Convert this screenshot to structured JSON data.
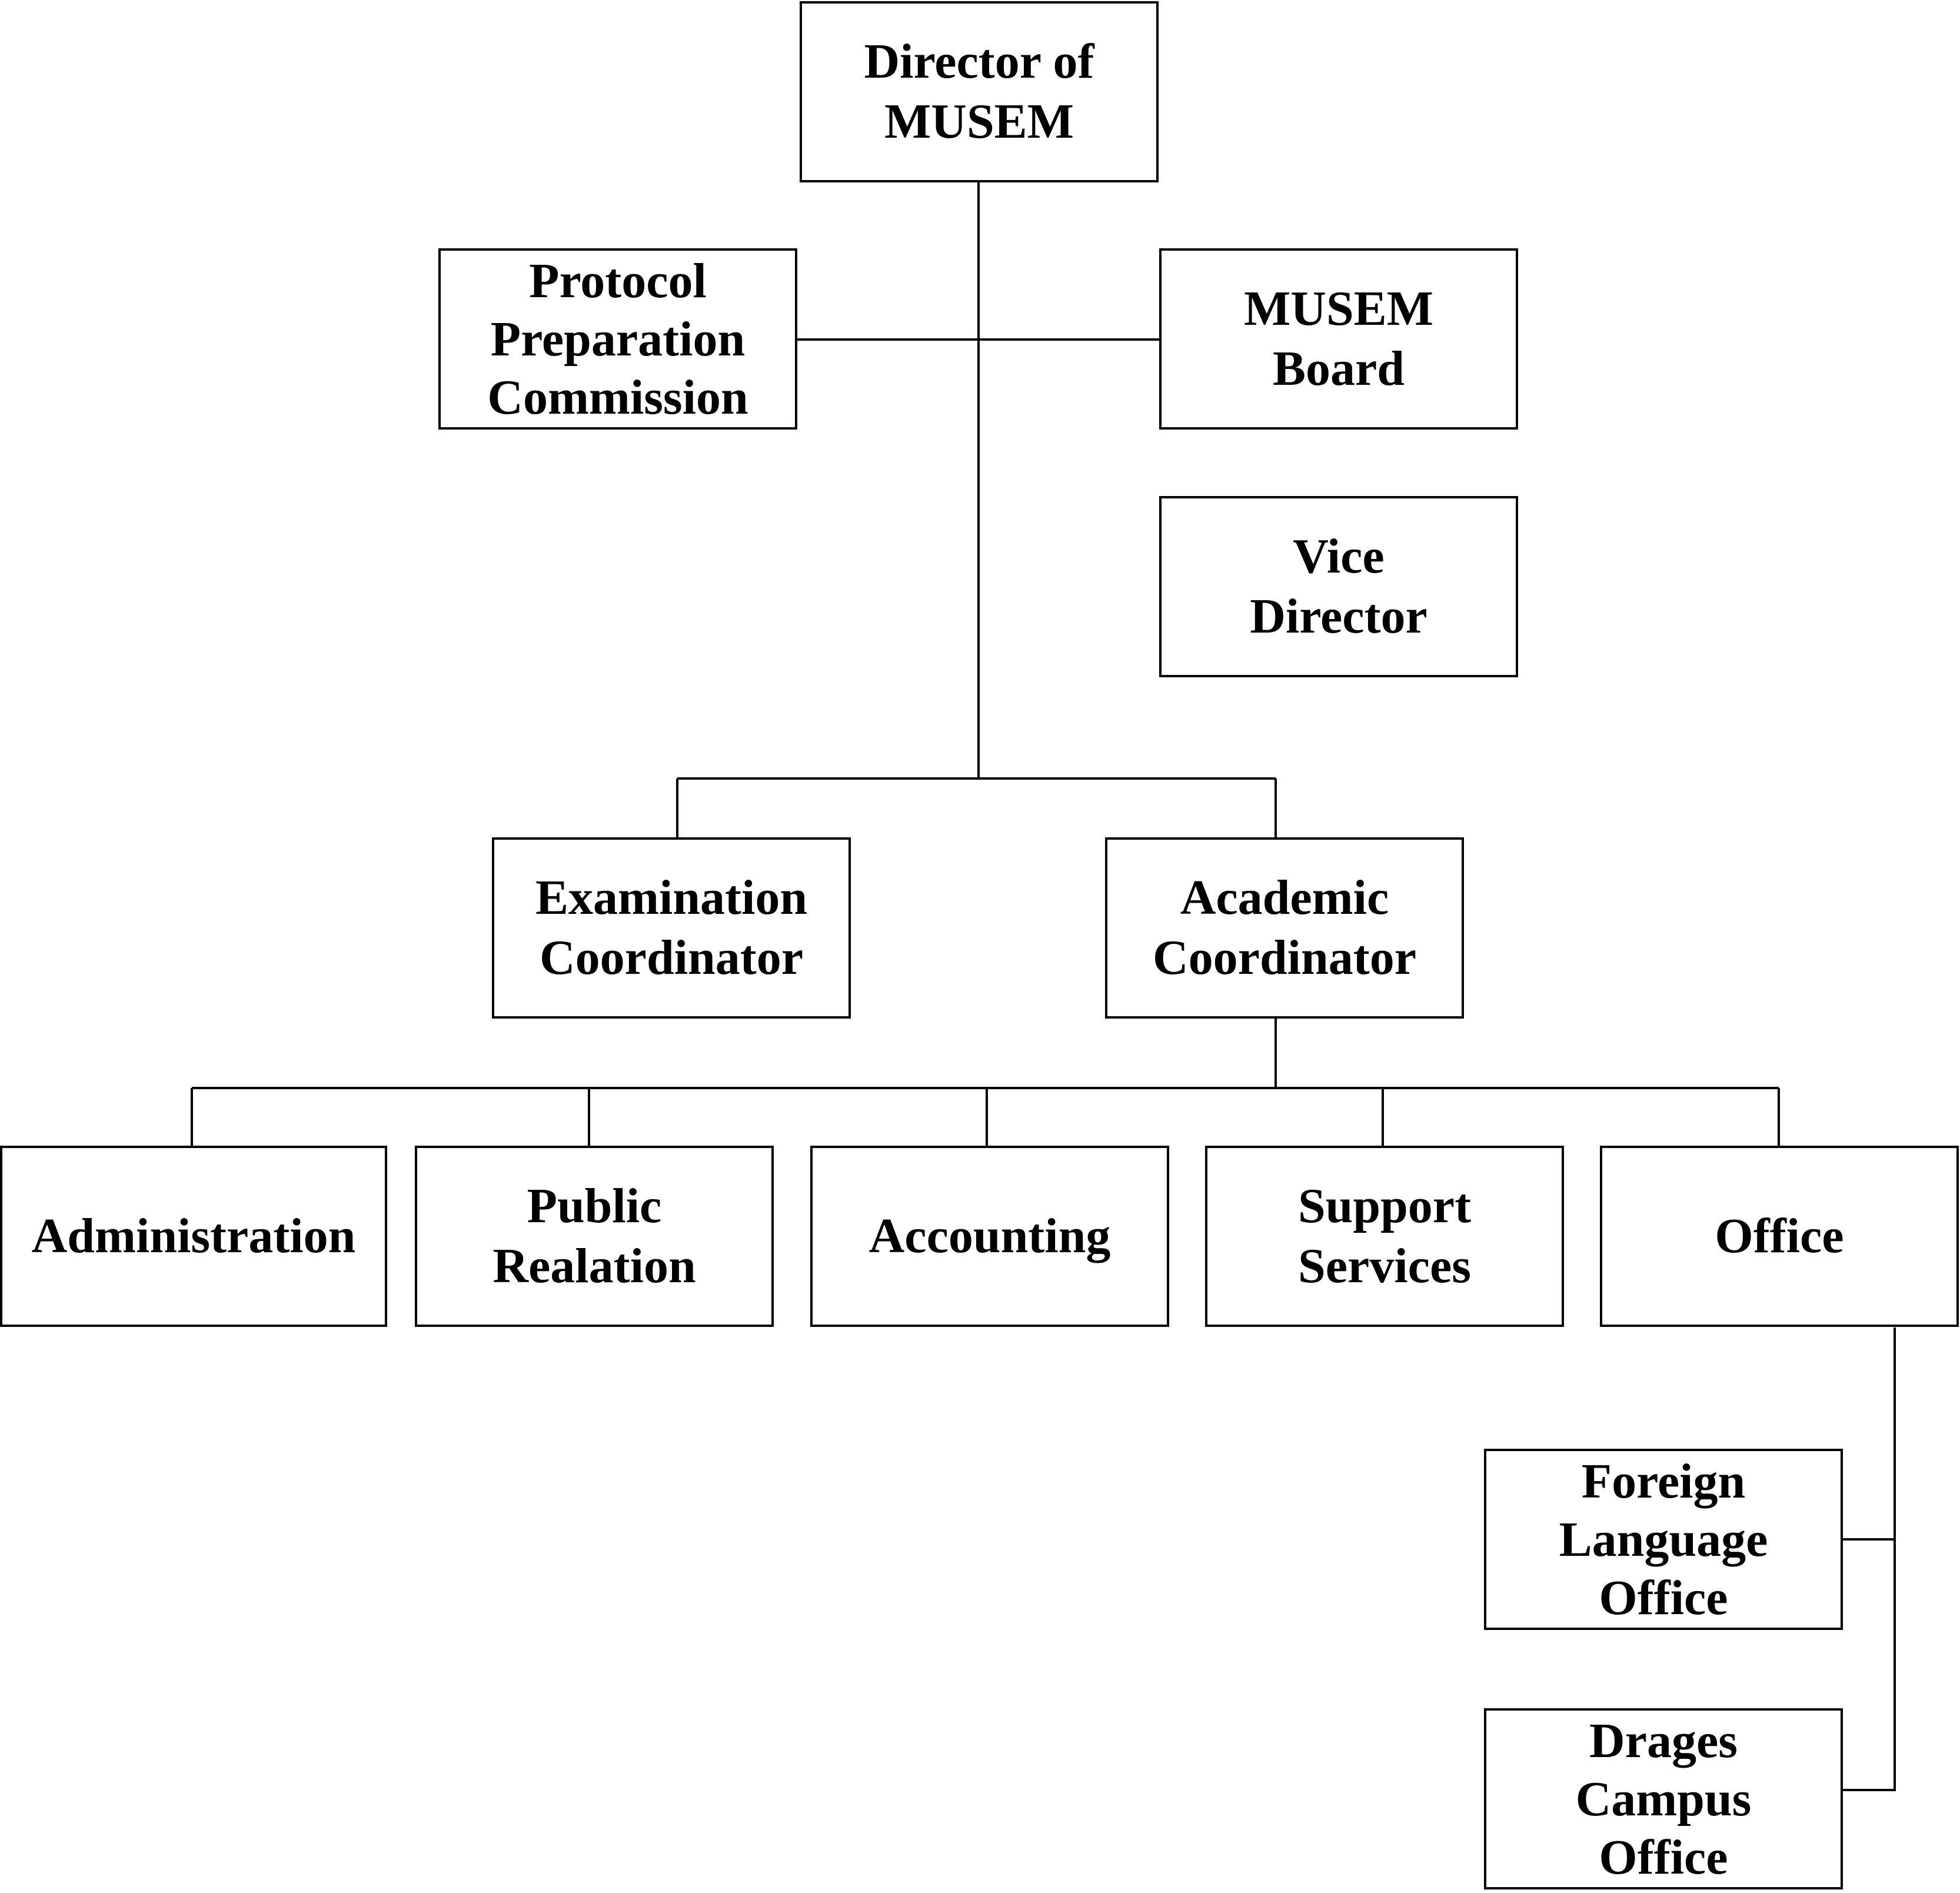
{
  "org_chart": {
    "director": [
      "Director of",
      "MUSEM"
    ],
    "protocol": [
      "Protocol",
      "Preparation",
      "Commission"
    ],
    "board": [
      "MUSEM",
      "Board"
    ],
    "vice_director": [
      "Vice",
      "Director"
    ],
    "examination": [
      "Examination",
      "Coordinator"
    ],
    "academic": [
      "Academic",
      "Coordinator"
    ],
    "administration": [
      "Administration"
    ],
    "public_relation": [
      "Public",
      "Realation"
    ],
    "accounting": [
      "Accounting"
    ],
    "support_services": [
      "Support",
      "Services"
    ],
    "office": [
      "Office"
    ],
    "foreign_language_office": [
      "Foreign",
      "Language",
      "Office"
    ],
    "drages_campus_office": [
      "Drages",
      "Campus",
      "Office"
    ]
  }
}
